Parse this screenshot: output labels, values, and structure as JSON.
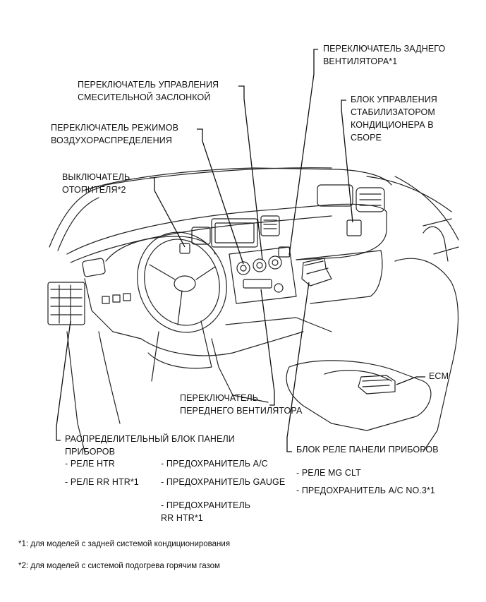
{
  "labels": {
    "rear_blower_switch": "ПЕРЕКЛЮЧАТЕЛЬ ЗАДНЕГО\nВЕНТИЛЯТОРА*1",
    "air_mix_switch": "ПЕРЕКЛЮЧАТЕЛЬ УПРАВЛЕНИЯ\nСМЕСИТЕЛЬНОЙ ЗАСЛОНКОЙ",
    "mode_switch": "ПЕРЕКЛЮЧАТЕЛЬ РЕЖИМОВ\nВОЗДУХОРАСПРЕДЕЛЕНИЯ",
    "ac_amplifier": "БЛОК УПРАВЛЕНИЯ\nСТАБИЛИЗАТОРОМ\nКОНДИЦИОНЕРА В\nСБОРЕ",
    "heater_switch": "ВЫКЛЮЧАТЕЛЬ\nОТОПИТЕЛЯ*2",
    "ecm": "ECM",
    "front_blower_switch": "ПЕРЕКЛЮЧАТЕЛЬ\nПЕРЕДНЕГО ВЕНТИЛЯТОРА",
    "instrument_junction_block": "РАСПРЕДЕЛИТЕЛЬНЫЙ БЛОК ПАНЕЛИ\nПРИБОРОВ",
    "relay_htr": "- РЕЛЕ HTR",
    "relay_rr_htr": "- РЕЛЕ RR HTR*1",
    "fuse_ac": "- ПРЕДОХРАНИТЕЛЬ A/C",
    "fuse_gauge": "- ПРЕДОХРАНИТЕЛЬ GAUGE",
    "fuse_rr_htr": "- ПРЕДОХРАНИТЕЛЬ\nRR HTR*1",
    "instrument_relay_block": "БЛОК РЕЛЕ ПАНЕЛИ ПРИБОРОВ",
    "relay_mg_clt": "- РЕЛЕ MG CLT",
    "fuse_ac_no3": "- ПРЕДОХРАНИТЕЛЬ A/C NO.3*1"
  },
  "footnotes": {
    "note1": "*1: для моделей с задней системой кондиционирования",
    "note2": "*2: для моделей с системой подогрева горячим газом"
  }
}
